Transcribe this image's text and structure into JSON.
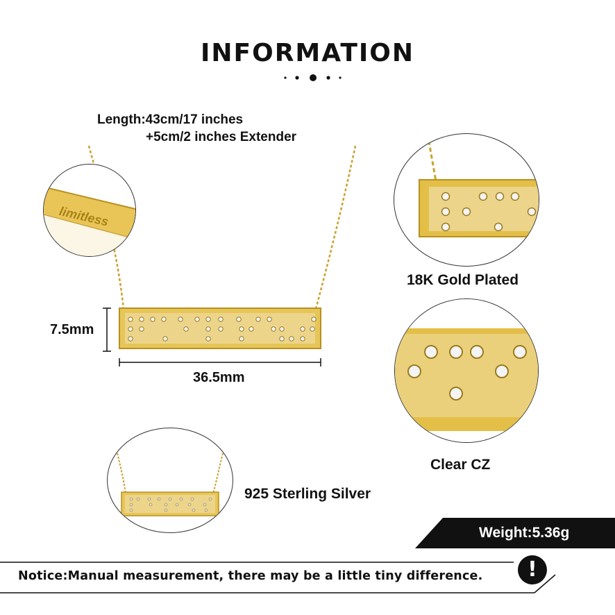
{
  "header": {
    "title": "INFORMATION"
  },
  "length": {
    "line1": "Length:43cm/17 inches",
    "line2": "+5cm/2 inches Extender"
  },
  "engraving": {
    "text": "limitless"
  },
  "dimensions": {
    "height": "7.5mm",
    "width": "36.5mm"
  },
  "features": {
    "gold": "18K Gold Plated",
    "stones": "Clear CZ",
    "silver": "925 Sterling Silver"
  },
  "weight": {
    "label": "Weight:5.36g"
  },
  "notice": {
    "text": "Notice:Manual measurement, there may be a little tiny difference.",
    "icon": "exclamation-icon"
  },
  "colors": {
    "gold": "#e2bd3a",
    "gold_dark": "#b98f1e",
    "gold_light": "#f3db82",
    "black": "#111111"
  }
}
